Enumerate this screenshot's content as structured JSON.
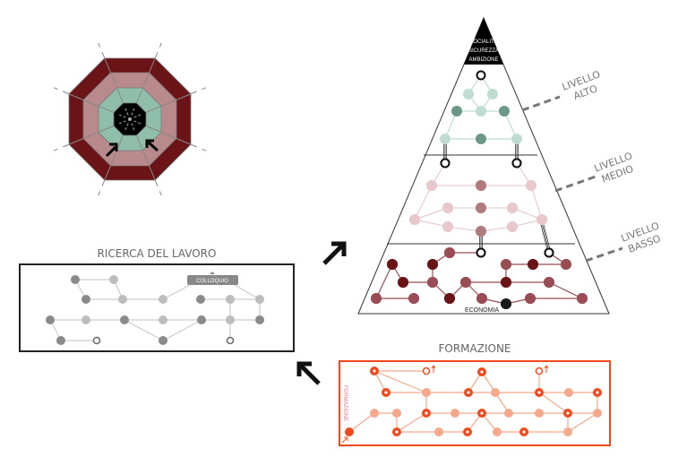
{
  "octagon": {
    "name": "octagon-diagram"
  },
  "pyramid": {
    "apex_labels": [
      "SOCIALITÀ",
      "SICUREZZA",
      "AMBIZIONE"
    ],
    "levels": [
      {
        "line1": "LIVELLO",
        "line2": "ALTO"
      },
      {
        "line1": "LIVELLO",
        "line2": "MEDIO"
      },
      {
        "line1": "LIVELLO",
        "line2": "BASSO"
      }
    ],
    "base_label": "ECONOMIA"
  },
  "ricerca": {
    "title": "RICERCA DEL LAVORO",
    "badge": "COLLOQUIO"
  },
  "formazione": {
    "title": "FORMAZIONE",
    "side_label": "FORMAZIONE"
  },
  "colors": {
    "dark_red": "#6b1418",
    "pink": "#b98a8c",
    "green": "#8fbfaa",
    "orange": "#f04a1c",
    "orange_light": "#f6a88a",
    "grey_dark": "#8a8a8a",
    "grey_light": "#bdbdbd"
  }
}
